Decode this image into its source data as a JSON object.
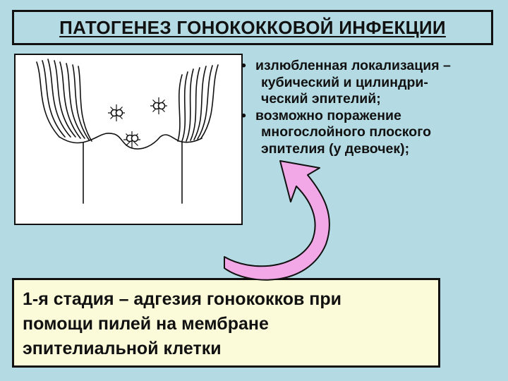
{
  "title": "ПАТОГЕНЕЗ ГОНОКОККОВОЙ ИНФЕКЦИИ",
  "bullets": [
    {
      "lines": [
        "излюбленная локализация –",
        "кубический и цилиндри-",
        "ческий эпителий;"
      ]
    },
    {
      "lines": [
        "возможно поражение",
        "многослойного плоского",
        "эпителия (у девочек);"
      ]
    }
  ],
  "stage": {
    "lines": [
      "1-я стадия – адгезия гонококков при",
      "помощи пилей на мембране",
      "эпителиальной клетки"
    ]
  },
  "colors": {
    "background": "#b4dbe3",
    "stage_box": "#fbfbd9",
    "arrow_fill": "#f2a8e6",
    "arrow_outline": "#111111"
  }
}
